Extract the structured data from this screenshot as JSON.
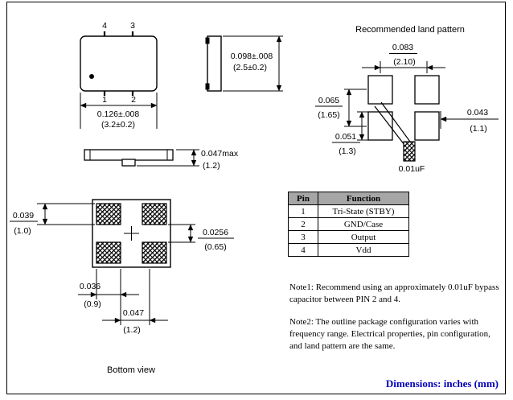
{
  "top_view": {
    "pin_labels": {
      "p1": "1",
      "p2": "2",
      "p3": "3",
      "p4": "4"
    },
    "width_in": "0.126±.008",
    "width_mm": "(3.2±0.2)",
    "height_in": "0.098±.008",
    "height_mm": "(2.5±0.2)",
    "max_height_in": "0.047max",
    "max_height_mm": "(1.2)"
  },
  "land_pattern": {
    "title": "Recommended land pattern",
    "pitch_x_in": "0.083",
    "pitch_x_mm": "(2.10)",
    "pitch_y_in": "0.065",
    "pitch_y_mm": "(1.65)",
    "pad_w_in": "0.043",
    "pad_w_mm": "(1.1)",
    "pad_h_in": "0.051",
    "pad_h_mm": "(1.3)",
    "capacitor_label": "0.01uF"
  },
  "bottom_view": {
    "label": "Bottom view",
    "dim_left_in": "0.039",
    "dim_left_mm": "(1.0)",
    "dim_right_in": "0.0256",
    "dim_right_mm": "(0.65)",
    "dim_bottom1_in": "0.036",
    "dim_bottom1_mm": "(0.9)",
    "dim_bottom2_in": "0.047",
    "dim_bottom2_mm": "(1.2)"
  },
  "pin_table": {
    "headers": [
      "Pin",
      "Function"
    ],
    "rows": [
      {
        "pin": "1",
        "function": "Tri-State (STBY)"
      },
      {
        "pin": "2",
        "function": "GND/Case"
      },
      {
        "pin": "3",
        "function": "Output"
      },
      {
        "pin": "4",
        "function": "Vdd"
      }
    ]
  },
  "notes": {
    "note1": "Note1: Recommend using an approximately 0.01uF bypass capacitor between PIN 2 and 4.",
    "note2": "Note2: The outline package configuration varies with frequency range. Electrical properties, pin configuration, and land pattern are the same."
  },
  "footer": {
    "dimensions_label": "Dimensions: inches (mm)"
  },
  "colors": {
    "accent_blue": "#0000bb",
    "table_header_gray": "#a6a6a6"
  }
}
